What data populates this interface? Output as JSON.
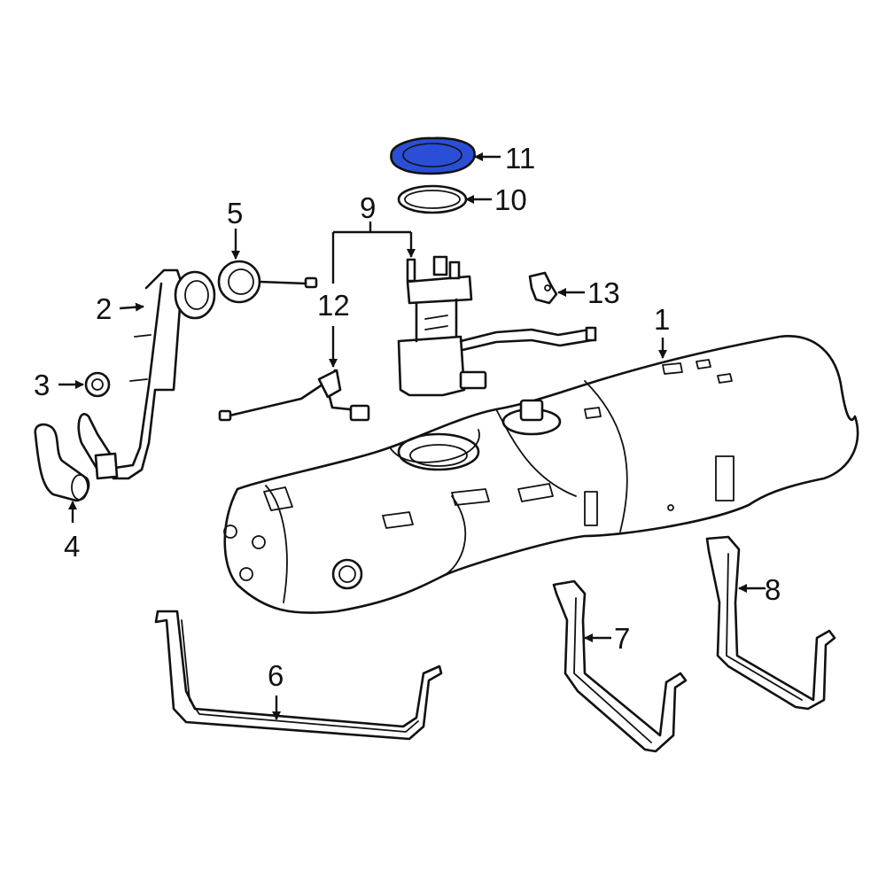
{
  "diagram": {
    "highlight_color": "#2a4fd6",
    "highlighted_callout": "11",
    "callouts": {
      "c1": "1",
      "c2": "2",
      "c3": "3",
      "c4": "4",
      "c5": "5",
      "c6": "6",
      "c7": "7",
      "c8": "8",
      "c9": "9",
      "c10": "10",
      "c11": "11",
      "c12": "12",
      "c13": "13"
    }
  }
}
